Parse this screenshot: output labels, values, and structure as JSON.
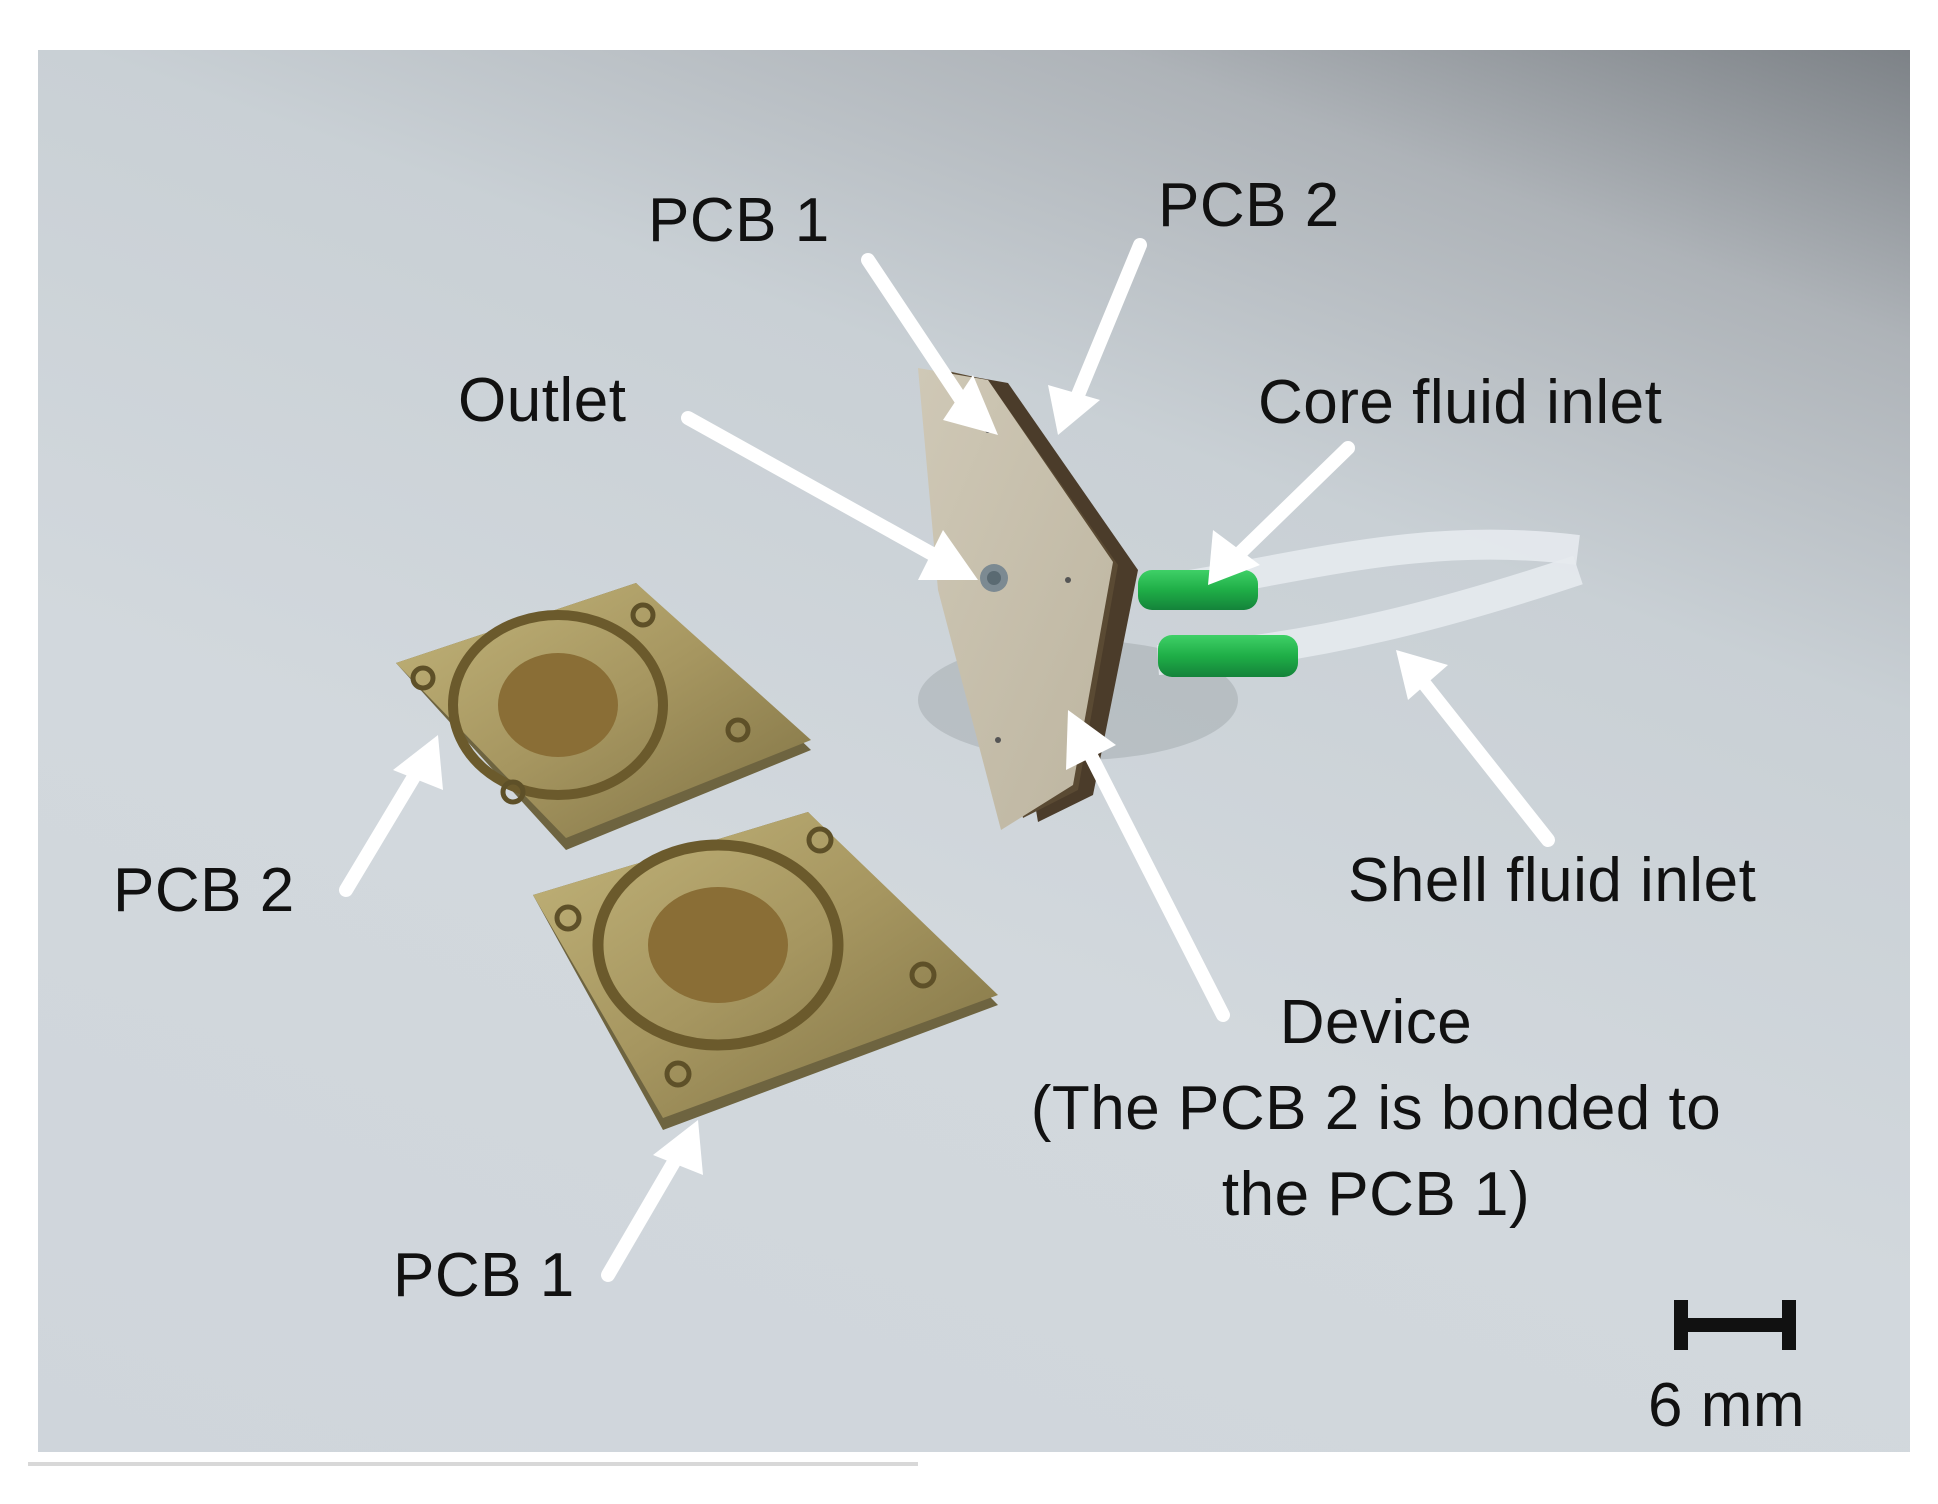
{
  "labels": {
    "pcb1_top": "PCB 1",
    "pcb2_top": "PCB 2",
    "outlet": "Outlet",
    "core_fluid_inlet": "Core fluid inlet",
    "shell_fluid_inlet": "Shell fluid inlet",
    "pcb2_left": "PCB 2",
    "pcb1_bottom": "PCB 1",
    "device_line1": "Device",
    "device_line2": "(The PCB 2 is bonded to",
    "device_line3": "the PCB 1)"
  },
  "scale_bar": {
    "label": "6 mm"
  },
  "colors": {
    "background_paper": "#d2d8dd",
    "pcb_gold": "#a99a63",
    "tube_green": "#22b24a",
    "arrow_fill": "#ffffff",
    "scale_bar": "#111111"
  }
}
